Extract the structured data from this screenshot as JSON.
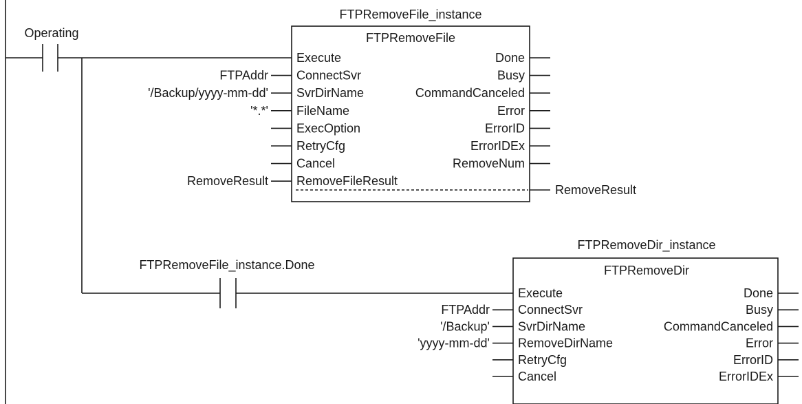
{
  "rung": {
    "contact1_label": "Operating",
    "contact2_label": "FTPRemoveFile_instance.Done"
  },
  "block1": {
    "instance_name": "FTPRemoveFile_instance",
    "type_name": "FTPRemoveFile",
    "inputs": [
      "Execute",
      "ConnectSvr",
      "SvrDirName",
      "FileName",
      "ExecOption",
      "RetryCfg",
      "Cancel",
      "RemoveFileResult"
    ],
    "outputs": [
      "Done",
      "Busy",
      "CommandCanceled",
      "Error",
      "ErrorID",
      "ErrorIDEx",
      "RemoveNum"
    ],
    "input_args": [
      "",
      "FTPAddr",
      "'/Backup/yyyy-mm-dd'",
      "'*.*'",
      "",
      "",
      "",
      "RemoveResult"
    ],
    "inout_right": "RemoveResult"
  },
  "block2": {
    "instance_name": "FTPRemoveDir_instance",
    "type_name": "FTPRemoveDir",
    "inputs": [
      "Execute",
      "ConnectSvr",
      "SvrDirName",
      "RemoveDirName",
      "RetryCfg",
      "Cancel"
    ],
    "outputs": [
      "Done",
      "Busy",
      "CommandCanceled",
      "Error",
      "ErrorID",
      "ErrorIDEx"
    ],
    "input_args": [
      "",
      "FTPAddr",
      "'/Backup'",
      "'yyyy-mm-dd'",
      "",
      ""
    ]
  }
}
